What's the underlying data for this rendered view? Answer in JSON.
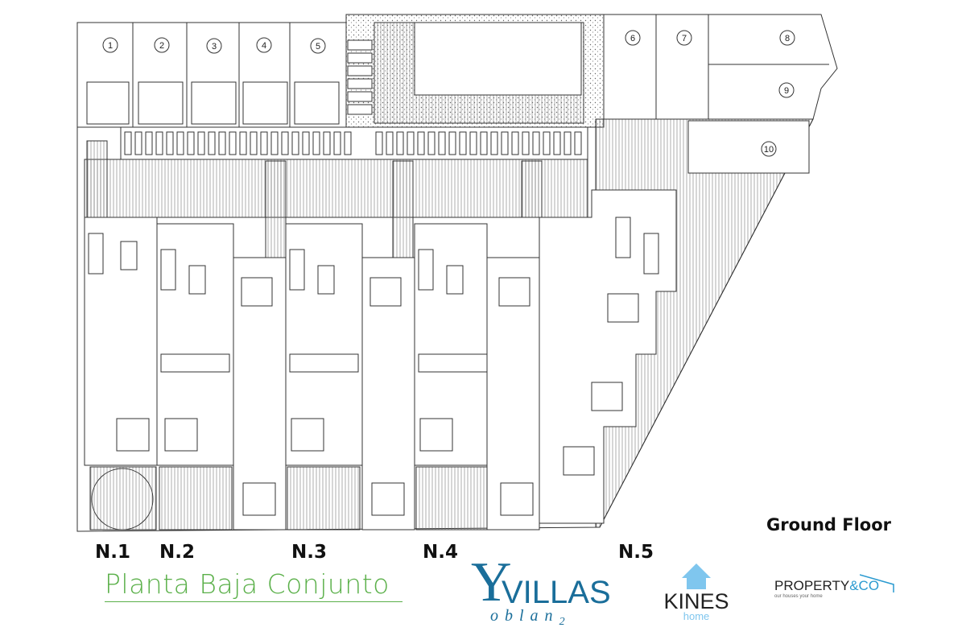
{
  "plot_numbers": [
    "1",
    "2",
    "3",
    "4",
    "5",
    "6",
    "7",
    "8",
    "9",
    "10"
  ],
  "units": [
    "N.1",
    "N.2",
    "N.3",
    "N.4",
    "N.5"
  ],
  "floor_label": "Ground Floor",
  "plan_title": "Planta Baja Conjunto",
  "logos": {
    "villas": {
      "main": "VILLAS",
      "sub": "oblan",
      "sub_suffix": "2",
      "color": "#1a6e9a"
    },
    "kines": {
      "main": "KINES",
      "sub": "home",
      "color": "#7fc6ee"
    },
    "property": {
      "main": "PROPERTY",
      "accent": "&CO",
      "tagline": "our houses your home",
      "accent_color": "#2a9ad0"
    }
  },
  "colors": {
    "line": "#333333",
    "label": "#5bb04a"
  }
}
